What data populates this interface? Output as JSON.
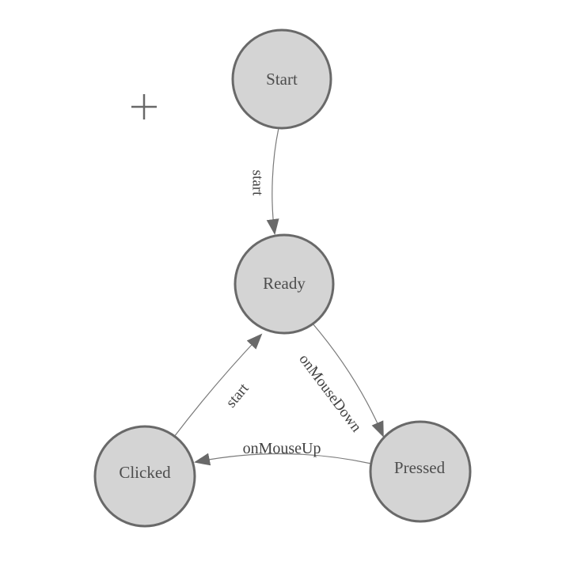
{
  "diagram": {
    "type": "finite-state-machine",
    "background": "#ffffff",
    "palette": {
      "node_fill": "#d4d4d4",
      "node_stroke": "#696969",
      "node_text_color": "#4d4d4d",
      "edge_stroke": "#7a7a7a",
      "arrow_fill": "#696969",
      "edge_text_color": "#424242",
      "crosshair_color": "#696969"
    },
    "nodes": [
      {
        "id": "start",
        "label": "Start"
      },
      {
        "id": "ready",
        "label": "Ready"
      },
      {
        "id": "clicked",
        "label": "Clicked"
      },
      {
        "id": "pressed",
        "label": "Pressed"
      }
    ],
    "transitions": [
      {
        "from": "Start",
        "to": "Ready",
        "label": "start"
      },
      {
        "from": "Ready",
        "to": "Pressed",
        "label": "onMouseDown"
      },
      {
        "from": "Pressed",
        "to": "Clicked",
        "label": "onMouseUp"
      },
      {
        "from": "Clicked",
        "to": "Ready",
        "label": "start"
      }
    ]
  }
}
